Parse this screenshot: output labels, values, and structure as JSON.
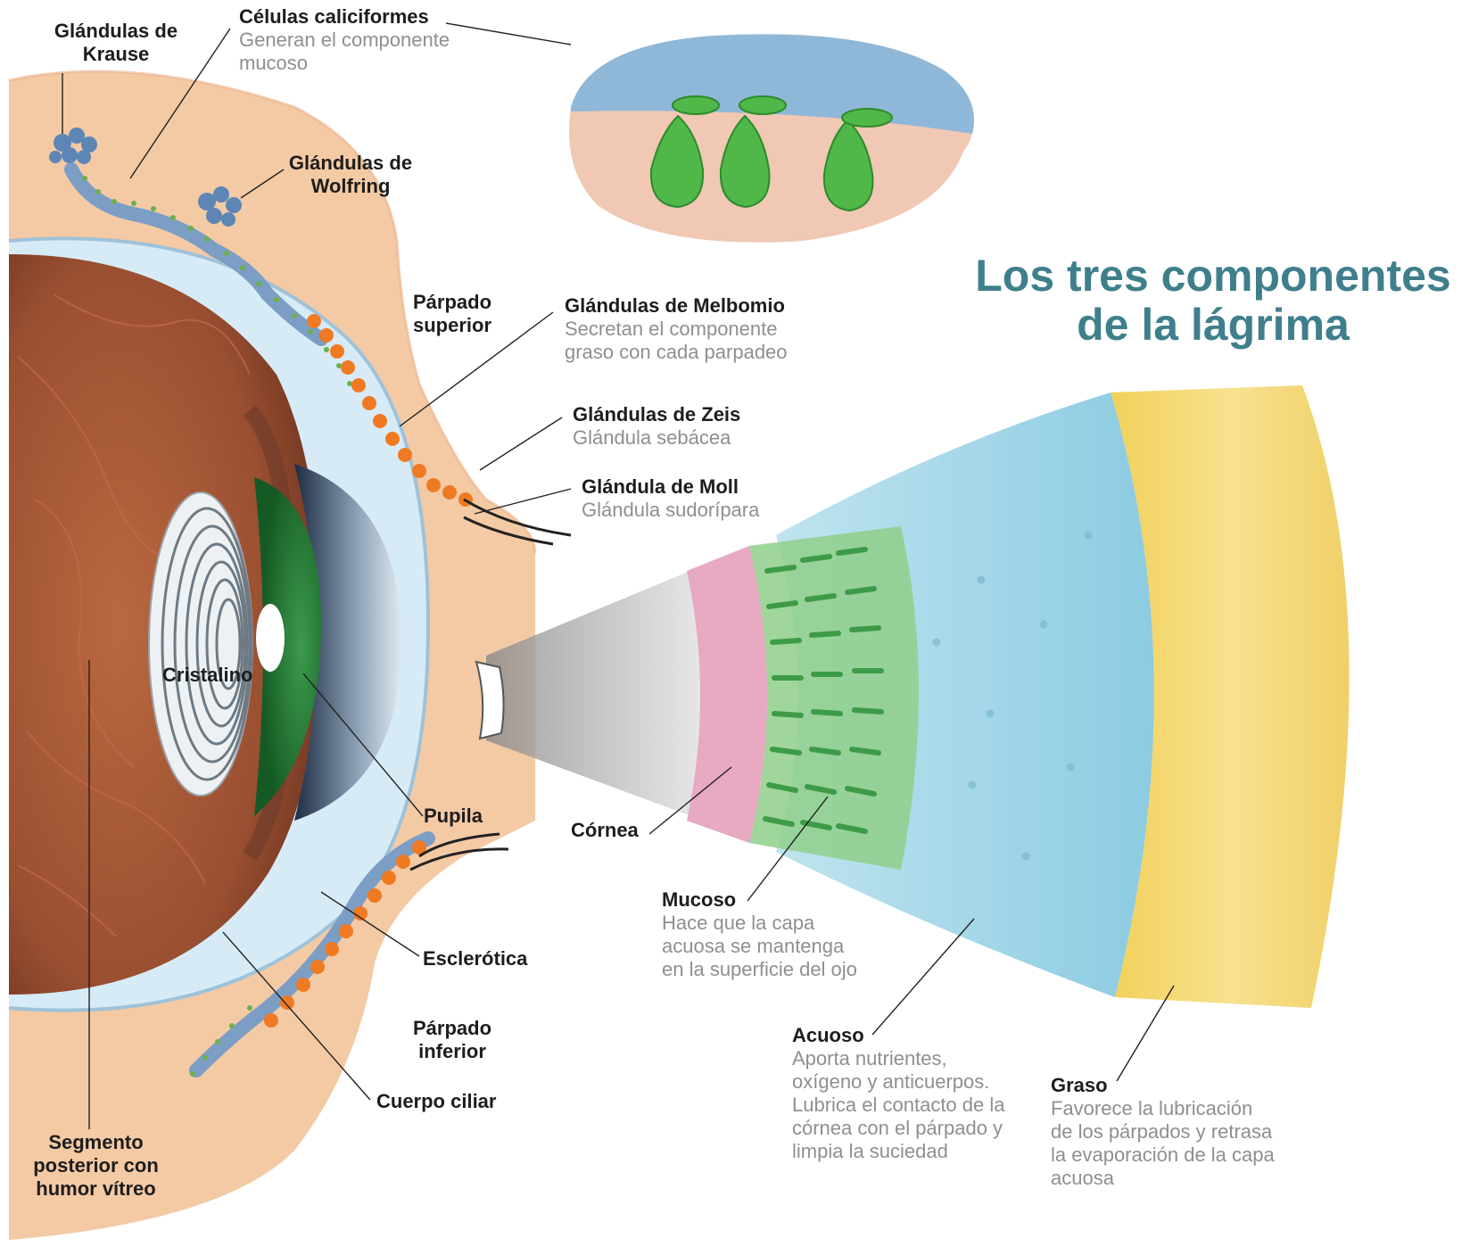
{
  "title": "Los tres componentes\nde la lágrima",
  "colors": {
    "title": "#3f7f8c",
    "skin": "#f2c7a1",
    "eyeball": "#a85a3a",
    "sclera": "#cfe6f3",
    "iris": "#2b7f3b",
    "glands_orange": "#f07a22",
    "glands_blue": "#5d86b6",
    "goblet_green": "#4fb848",
    "mucous_layer": "#e8a9c2",
    "aqueous_layer": "#9fd4e8",
    "lipid_layer": "#f2d56a"
  },
  "labels": {
    "krause": "Glándulas de\nKrause",
    "caliciformes": {
      "title": "Células caliciformes",
      "desc": "Generan el componente\nmucoso"
    },
    "wolfring": "Glándulas de\nWolfring",
    "parpado_superior": "Párpado\nsuperior",
    "melbomio": {
      "title": "Glándulas de Melbomio",
      "desc": "Secretan el componente\ngraso con cada parpadeo"
    },
    "zeis": {
      "title": "Glándulas de Zeis",
      "desc": "Glándula sebácea"
    },
    "moll": {
      "title": "Glándula de Moll",
      "desc": "Glándula sudorípara"
    },
    "cristalino": "Cristalino",
    "pupila": "Pupila",
    "cornea": "Córnea",
    "mucoso": {
      "title": "Mucoso",
      "desc": "Hace que la capa\nacuosa se mantenga\nen la superficie del ojo"
    },
    "esclerotica": "Esclerótica",
    "parpado_inferior": "Párpado\ninferior",
    "acuoso": {
      "title": "Acuoso",
      "desc": "Aporta nutrientes,\noxígeno y anticuerpos.\nLubrica el contacto de la\ncórnea con el párpado y\nlimpia la suciedad"
    },
    "graso": {
      "title": "Graso",
      "desc": "Favorece la lubricación\nde los párpados y retrasa\nla evaporación de la capa\nacuosa"
    },
    "cuerpo_ciliar": "Cuerpo ciliar",
    "segmento": "Segmento\nposterior con\nhumor vítreo"
  }
}
